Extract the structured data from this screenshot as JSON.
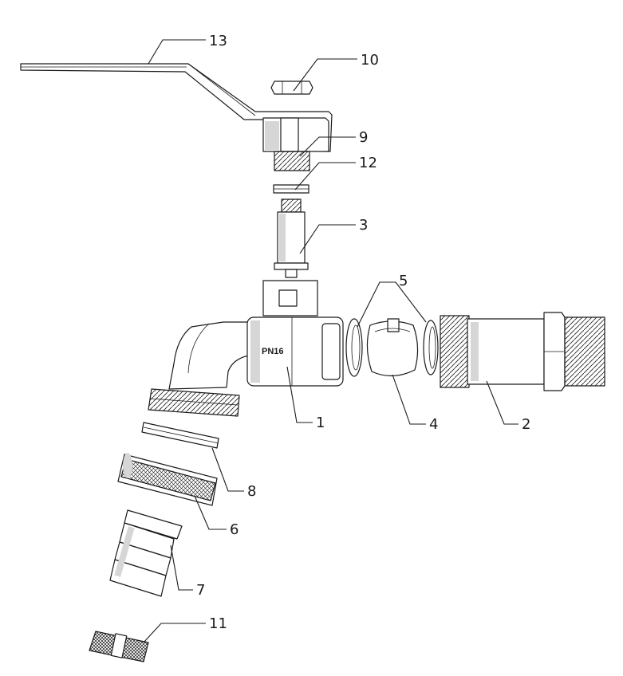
{
  "body_marking": "PN16",
  "callouts": {
    "c1": "1",
    "c2": "2",
    "c3": "3",
    "c4": "4",
    "c5": "5",
    "c6": "6",
    "c7": "7",
    "c8": "8",
    "c9": "9",
    "c10": "10",
    "c11": "11",
    "c12": "12",
    "c13": "13"
  }
}
